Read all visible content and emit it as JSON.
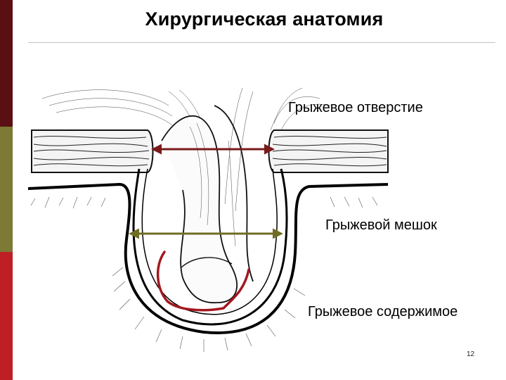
{
  "slide": {
    "title": "Хирургическая анатомия",
    "page_number": "12"
  },
  "labels": {
    "hernia_opening": "Грыжевое отверстие",
    "hernia_sac": "Грыжевой мешок",
    "hernia_content": "Грыжевое содержимое"
  },
  "colors": {
    "sidebar_top": "#5a0f12",
    "sidebar_middle": "#7c7a35",
    "sidebar_bottom": "#bd1f24",
    "opening_arrow": "#7a1a1a",
    "sac_arrow": "#6f6d22",
    "content_outline": "#a3181f"
  },
  "icons": {
    "opening_arrow": "double-headed-arrow",
    "sac_arrow": "double-headed-arrow"
  }
}
